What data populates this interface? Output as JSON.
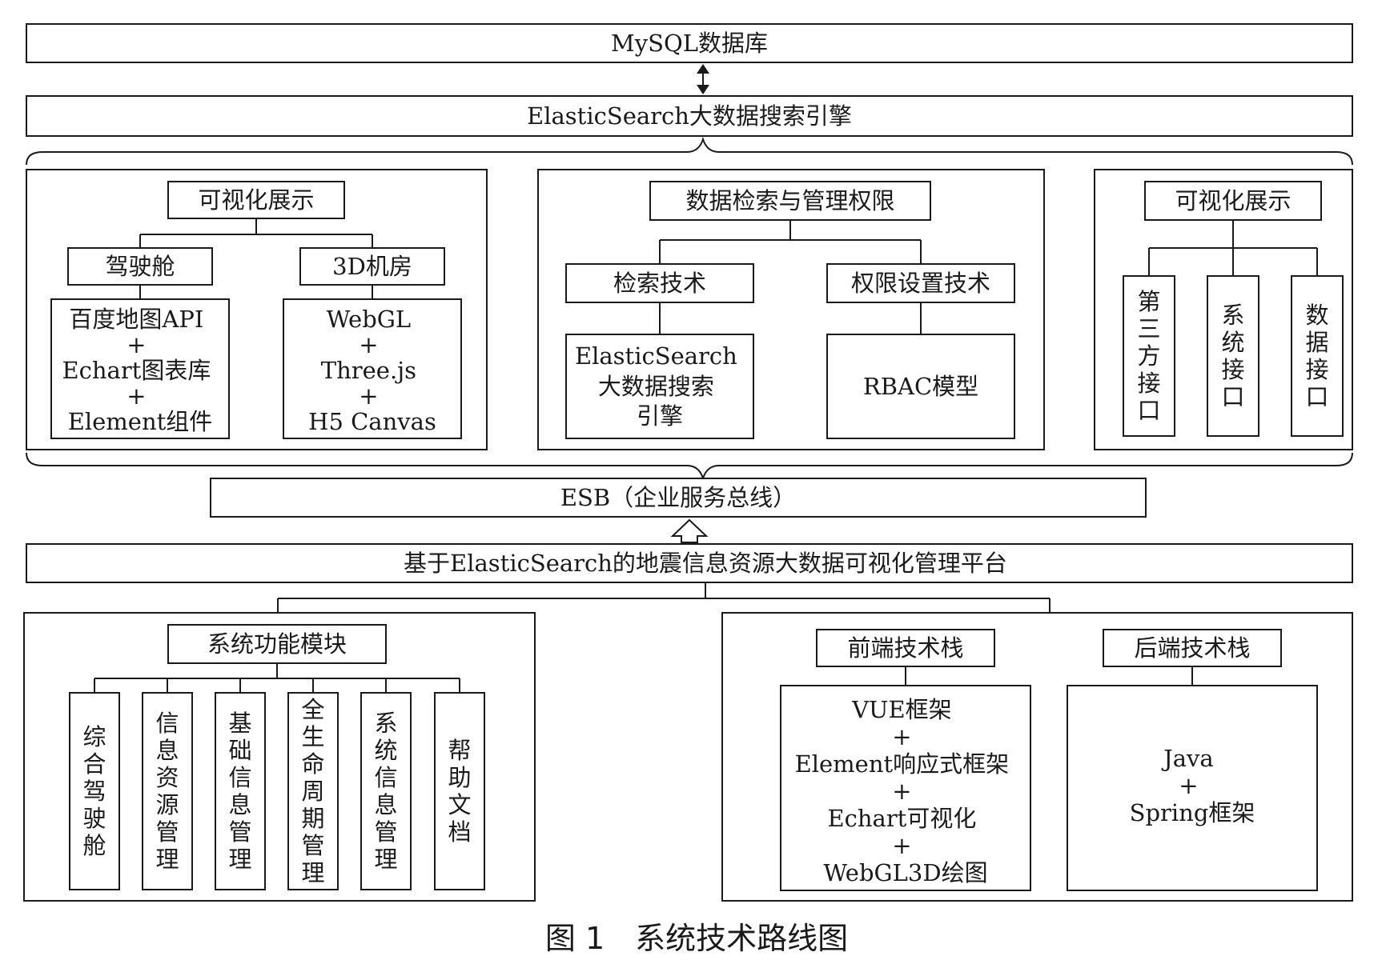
{
  "top": {
    "mysql": "MySQL数据库",
    "elastic": "ElasticSearch大数据搜索引擎"
  },
  "panel_left": {
    "header": "可视化展示",
    "cockpit": "驾驶舱",
    "room3d": "3D机房",
    "cockpit_stack": [
      "百度地图API",
      "+",
      "Echart图表库",
      "+",
      "Element组件"
    ],
    "room_stack": [
      "WebGL",
      "+",
      "Three.js",
      "+",
      "H5 Canvas"
    ]
  },
  "panel_mid": {
    "header": "数据检索与管理权限",
    "search_tech": "检索技术",
    "perm_tech": "权限设置技术",
    "search_engine": [
      "ElasticSearch",
      "大数据搜索",
      "引擎"
    ],
    "rbac": "RBAC模型"
  },
  "panel_right": {
    "header": "可视化展示",
    "interfaces": [
      {
        "text": "第三方接口"
      },
      {
        "text": "系统接口"
      },
      {
        "text": "数据接口"
      }
    ]
  },
  "esb": "ESB（企业服务总线）",
  "platform": "基于ElasticSearch的地震信息资源大数据可视化管理平台",
  "bottom_left": {
    "header": "系统功能模块",
    "modules": [
      {
        "text": "综合驾驶舱"
      },
      {
        "text": "信息资源管理"
      },
      {
        "text": "基础信息管理"
      },
      {
        "text": "全生命周期管理"
      },
      {
        "text": "系统信息管理"
      },
      {
        "text": "帮助文档"
      }
    ]
  },
  "bottom_right": {
    "frontend": "前端技术栈",
    "backend": "后端技术栈",
    "frontend_stack": [
      "VUE框架",
      "+",
      "Element响应式框架",
      "+",
      "Echart可视化",
      "+",
      "WebGL3D绘图"
    ],
    "backend_stack": [
      "Java",
      "+",
      "Spring框架"
    ]
  },
  "caption": "图 1　系统技术路线图"
}
